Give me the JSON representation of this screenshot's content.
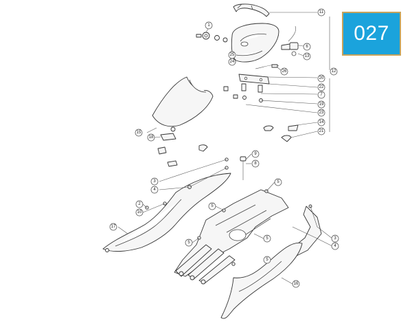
{
  "badge": {
    "label": "027",
    "color": "#1ba3dc",
    "border_color": "#c8a35a"
  },
  "callouts": [
    {
      "id": "c11",
      "label": "11"
    },
    {
      "id": "c1",
      "label": "1"
    },
    {
      "id": "c6",
      "label": "6"
    },
    {
      "id": "c13",
      "label": "13"
    },
    {
      "id": "c25",
      "label": "25"
    },
    {
      "id": "c24",
      "label": "24"
    },
    {
      "id": "c26",
      "label": "26"
    },
    {
      "id": "c12",
      "label": "12"
    },
    {
      "id": "c20",
      "label": "20"
    },
    {
      "id": "c22",
      "label": "22"
    },
    {
      "id": "c7",
      "label": "7"
    },
    {
      "id": "c19",
      "label": "19"
    },
    {
      "id": "c23",
      "label": "23"
    },
    {
      "id": "c14",
      "label": "14"
    },
    {
      "id": "c21",
      "label": "21"
    },
    {
      "id": "c15",
      "label": "15"
    },
    {
      "id": "c18",
      "label": "18"
    },
    {
      "id": "c9",
      "label": "9"
    },
    {
      "id": "c8",
      "label": "8"
    },
    {
      "id": "c3a",
      "label": "3"
    },
    {
      "id": "c4a",
      "label": "4"
    },
    {
      "id": "c5a",
      "label": "5"
    },
    {
      "id": "c2",
      "label": "2"
    },
    {
      "id": "c10",
      "label": "10"
    },
    {
      "id": "c5b",
      "label": "5"
    },
    {
      "id": "c17",
      "label": "17"
    },
    {
      "id": "c5c",
      "label": "5"
    },
    {
      "id": "c5d",
      "label": "5"
    },
    {
      "id": "c3b",
      "label": "3"
    },
    {
      "id": "c4b",
      "label": "4"
    },
    {
      "id": "c5e",
      "label": "5"
    },
    {
      "id": "c16",
      "label": "16"
    }
  ]
}
